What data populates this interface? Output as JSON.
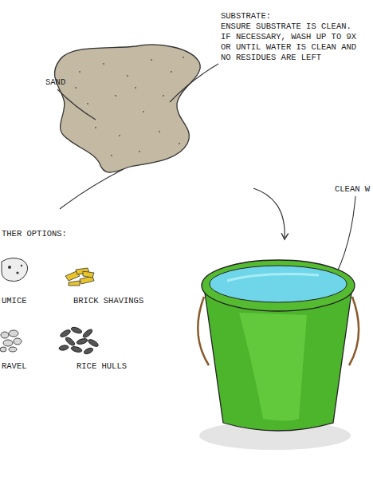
{
  "diagram": {
    "labels": [
      "SAND",
      "SUBSTRATE:",
      "ENSURE SUBSTRATE IS CLEAN. IF NECESSARY, WASH UP TO 9X OR UNTIL WATER IS CLEAN AND NO RESIDUES ARE LEFT",
      "THER OPTIONS:",
      "UMICE",
      "BRICK SHAVINGS",
      "RAVEL",
      "RICE HULLS",
      "CLEAN W"
    ]
  }
}
